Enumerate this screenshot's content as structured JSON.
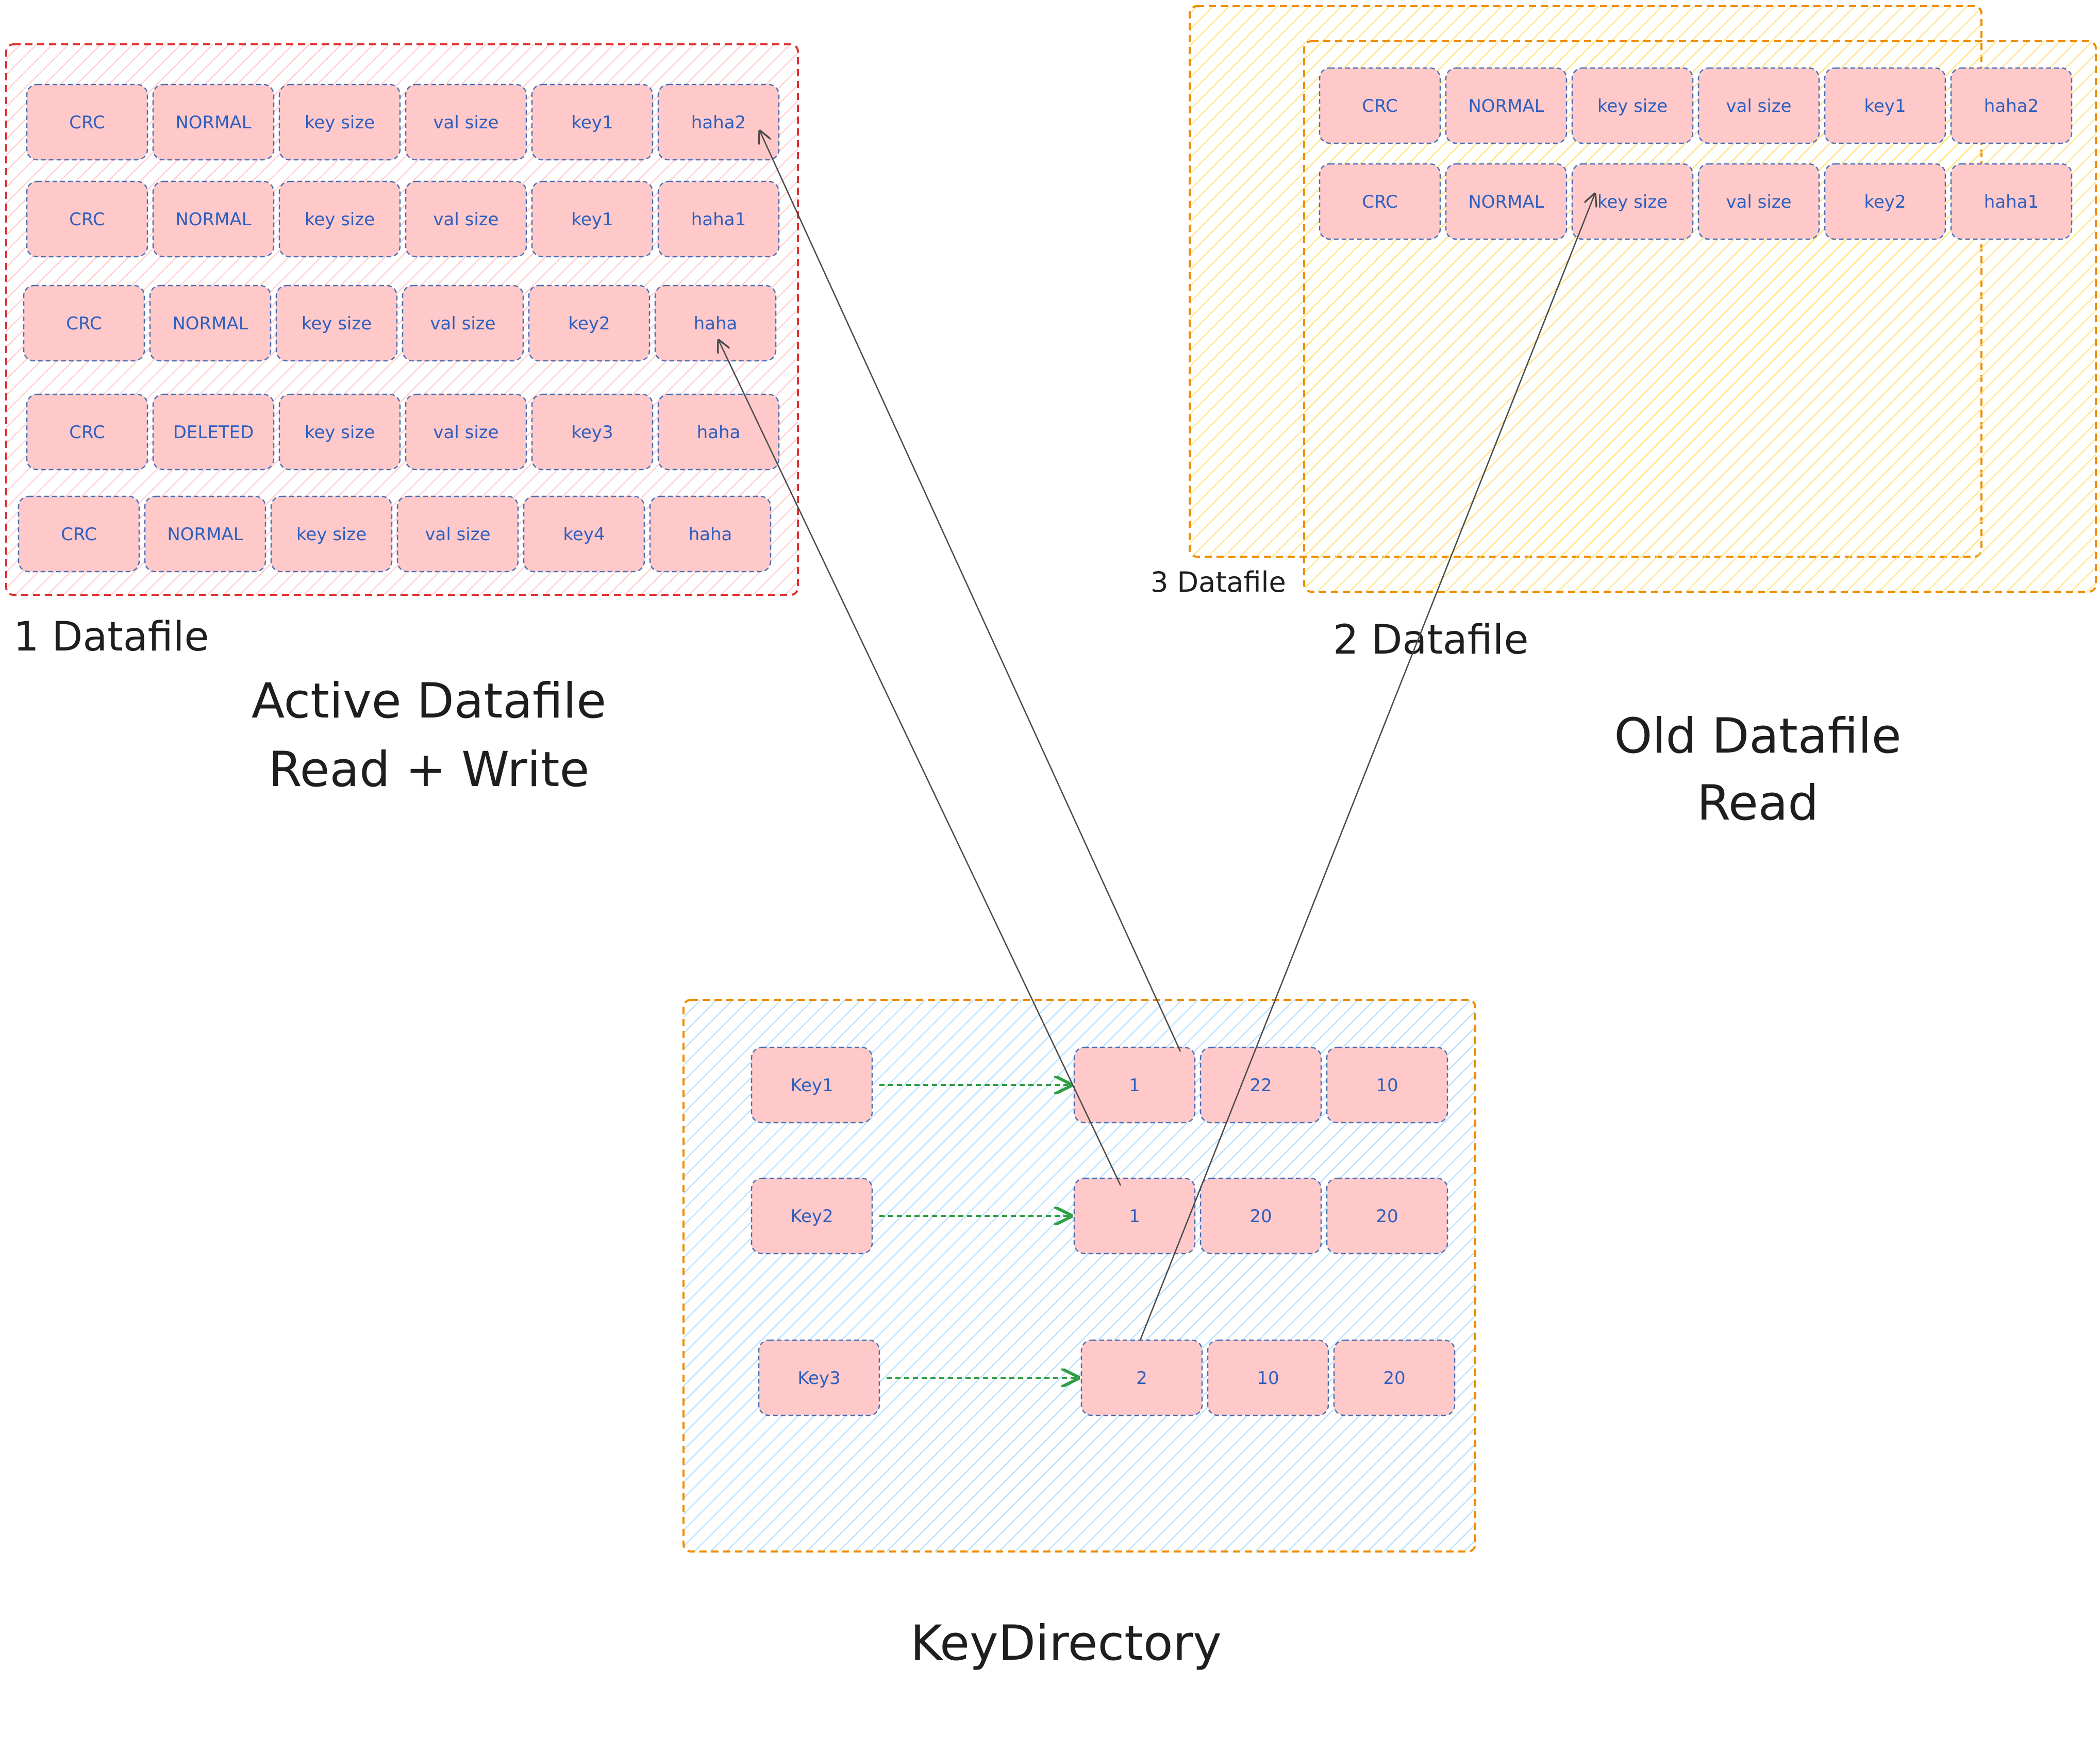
{
  "colors": {
    "cell_fill": "#ffc9c9",
    "cell_stroke": "#4a6fb5",
    "cell_text": "#2f5fbf",
    "active_border": "#e03131",
    "active_hatch": "#ffc9c9",
    "old_border": "#f08c00",
    "old_hatch": "#ffec99",
    "keydir_border": "#f08c00",
    "keydir_hatch": "#a5d8ff",
    "dashed_arrow": "#2f9e44",
    "pointer_line": "#4a4a4a",
    "label_text": "#1e1e1e"
  },
  "active_datafile": {
    "file_label": "1 Datafile",
    "caption_line1": "Active Datafile",
    "caption_line2": "Read + Write",
    "rows": [
      [
        "CRC",
        "NORMAL",
        "key size",
        "val size",
        "key1",
        "haha2"
      ],
      [
        "CRC",
        "NORMAL",
        "key size",
        "val size",
        "key1",
        "haha1"
      ],
      [
        "CRC",
        "NORMAL",
        "key size",
        "val size",
        "key2",
        "haha"
      ],
      [
        "CRC",
        "DELETED",
        "key size",
        "val size",
        "key3",
        "haha"
      ],
      [
        "CRC",
        "NORMAL",
        "key size",
        "val size",
        "key4",
        "haha"
      ]
    ]
  },
  "old_datafile": {
    "file_label_back": "3 Datafile",
    "file_label_front": "2 Datafile",
    "caption_line1": "Old Datafile",
    "caption_line2": "Read",
    "rows": [
      [
        "CRC",
        "NORMAL",
        "key size",
        "val size",
        "key1",
        "haha2"
      ],
      [
        "CRC",
        "NORMAL",
        "key size",
        "val size",
        "key2",
        "haha1"
      ]
    ]
  },
  "key_directory": {
    "caption": "KeyDirectory",
    "entries": [
      {
        "key": "Key1",
        "values": [
          "1",
          "22",
          "10"
        ]
      },
      {
        "key": "Key2",
        "values": [
          "1",
          "20",
          "20"
        ]
      },
      {
        "key": "Key3",
        "values": [
          "2",
          "10",
          "20"
        ]
      }
    ]
  }
}
